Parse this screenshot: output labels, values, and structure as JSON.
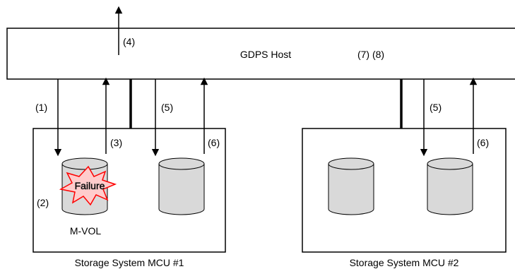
{
  "host": {
    "title": "GDPS Host",
    "steps_label": "(7) (8)"
  },
  "steps": {
    "s1": "(1)",
    "s2": "(2)",
    "s3": "(3)",
    "s4": "(4)",
    "s5_mcu1": "(5)",
    "s6_mcu1": "(6)",
    "s5_mcu2": "(5)",
    "s6_mcu2": "(6)"
  },
  "mcu1": {
    "caption": "Storage System MCU #1",
    "volume_label": "M-VOL",
    "failure_label": "Failure"
  },
  "mcu2": {
    "caption": "Storage System MCU #2"
  },
  "colors": {
    "cylinder_fill": "#d9d9d9",
    "failure_burst": "#ffcccc",
    "failure_burst_stroke": "#ff0000",
    "failure_text": "#ffffff",
    "line": "#000000"
  }
}
